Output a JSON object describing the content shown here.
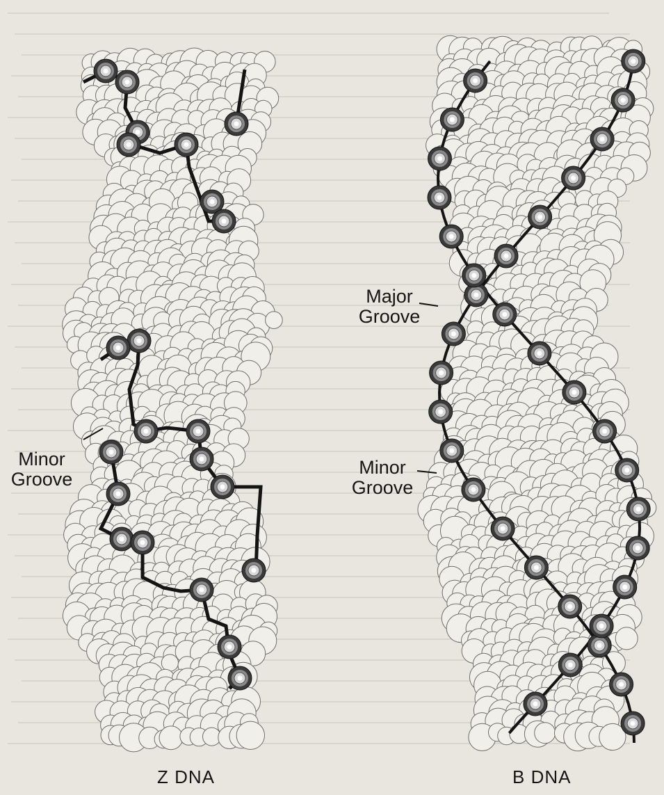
{
  "colors": {
    "page": "#e9e6e0",
    "atom_fill": "#f1efea",
    "atom_stroke": "#6e6e6e",
    "backbone": "#141414",
    "phosphate_dark": "#3a3a3a",
    "bg_text_line": "#cbc6be"
  },
  "figure": {
    "z_dna": {
      "caption": "Z DNA",
      "groove_label": {
        "line1": "Minor",
        "line2": "Groove"
      }
    },
    "b_dna": {
      "caption": "B DNA",
      "major_groove_label": {
        "line1": "Major",
        "line2": "Groove"
      },
      "minor_groove_label": {
        "line1": "Minor",
        "line2": "Groove"
      }
    }
  }
}
